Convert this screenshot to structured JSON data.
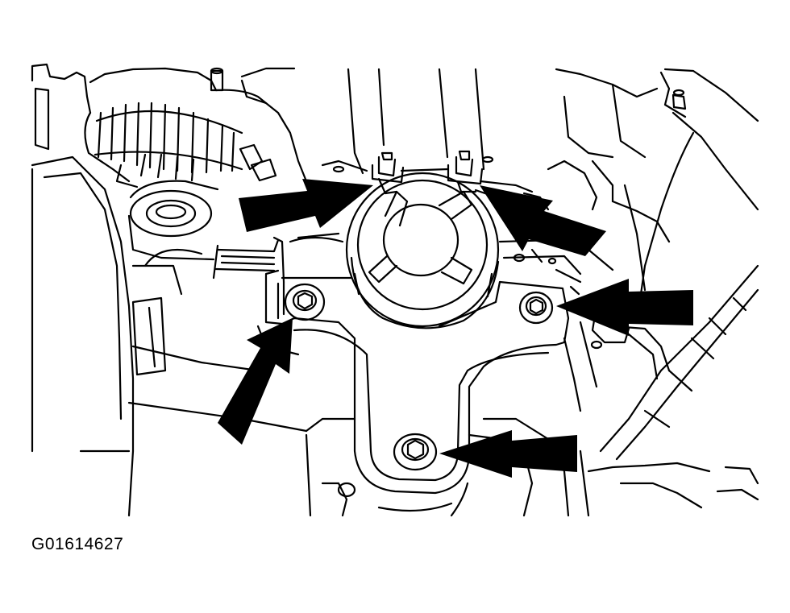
{
  "figure_id": "G01614627",
  "colors": {
    "line": "#000000",
    "paper": "#ffffff"
  },
  "icons": [
    "arrow-indicator-icon"
  ],
  "callouts": [
    {
      "target": "upper-left-stud"
    },
    {
      "target": "upper-right-stud"
    },
    {
      "target": "right-bracket-bolt"
    },
    {
      "target": "left-bracket-bolt"
    },
    {
      "target": "lower-bracket-bolt"
    }
  ]
}
